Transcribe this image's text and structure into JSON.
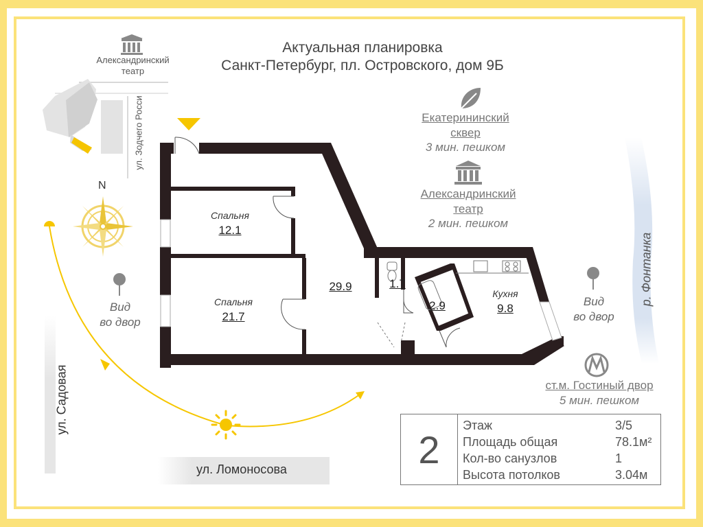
{
  "header": {
    "title_line1": "Актуальная планировка",
    "title_line2": "Санкт-Петербург, пл. Островского, дом 9Б"
  },
  "landmarks": {
    "theatre_map_label_1": "Александринский",
    "theatre_map_label_2": "театр",
    "street_zodchego": "ул. Зодчего Росси",
    "compass_north": "N"
  },
  "rooms": [
    {
      "label": "Спальня",
      "area": "12.1"
    },
    {
      "label": "Спальня",
      "area": "21.7"
    },
    {
      "label": "",
      "area": "29.9"
    },
    {
      "label": "",
      "area": "1.7"
    },
    {
      "label": "",
      "area": "2.9"
    },
    {
      "label": "Кухня",
      "area": "9.8"
    }
  ],
  "views": {
    "left_line1": "Вид",
    "left_line2": "во двор",
    "right_line1": "Вид",
    "right_line2": "во двор"
  },
  "poi": {
    "square_line1": "Екатерининский",
    "square_line2": "сквер",
    "square_time": "3 мин. пешком",
    "theatre_line1": "Александринский",
    "theatre_line2": "театр",
    "theatre_time": "2 мин. пешком",
    "metro_name": "ст.м. Гостиный двор",
    "metro_time": "5 мин. пешком",
    "river": "р. Фонтанка"
  },
  "streets": {
    "sadovaya": "ул. Садовая",
    "lomonosova": "ул. Ломоносова"
  },
  "info": {
    "rooms_count": "2",
    "rows": [
      {
        "label": "Этаж",
        "value": "3/5"
      },
      {
        "label": "Площадь общая",
        "value": "78.1м²"
      },
      {
        "label": "Кол-во санузлов",
        "value": "1"
      },
      {
        "label": "Высота потолков",
        "value": "3.04м"
      }
    ]
  },
  "colors": {
    "accent": "#fbe27a",
    "sun": "#f6c600",
    "wall": "#2a1e1f"
  }
}
